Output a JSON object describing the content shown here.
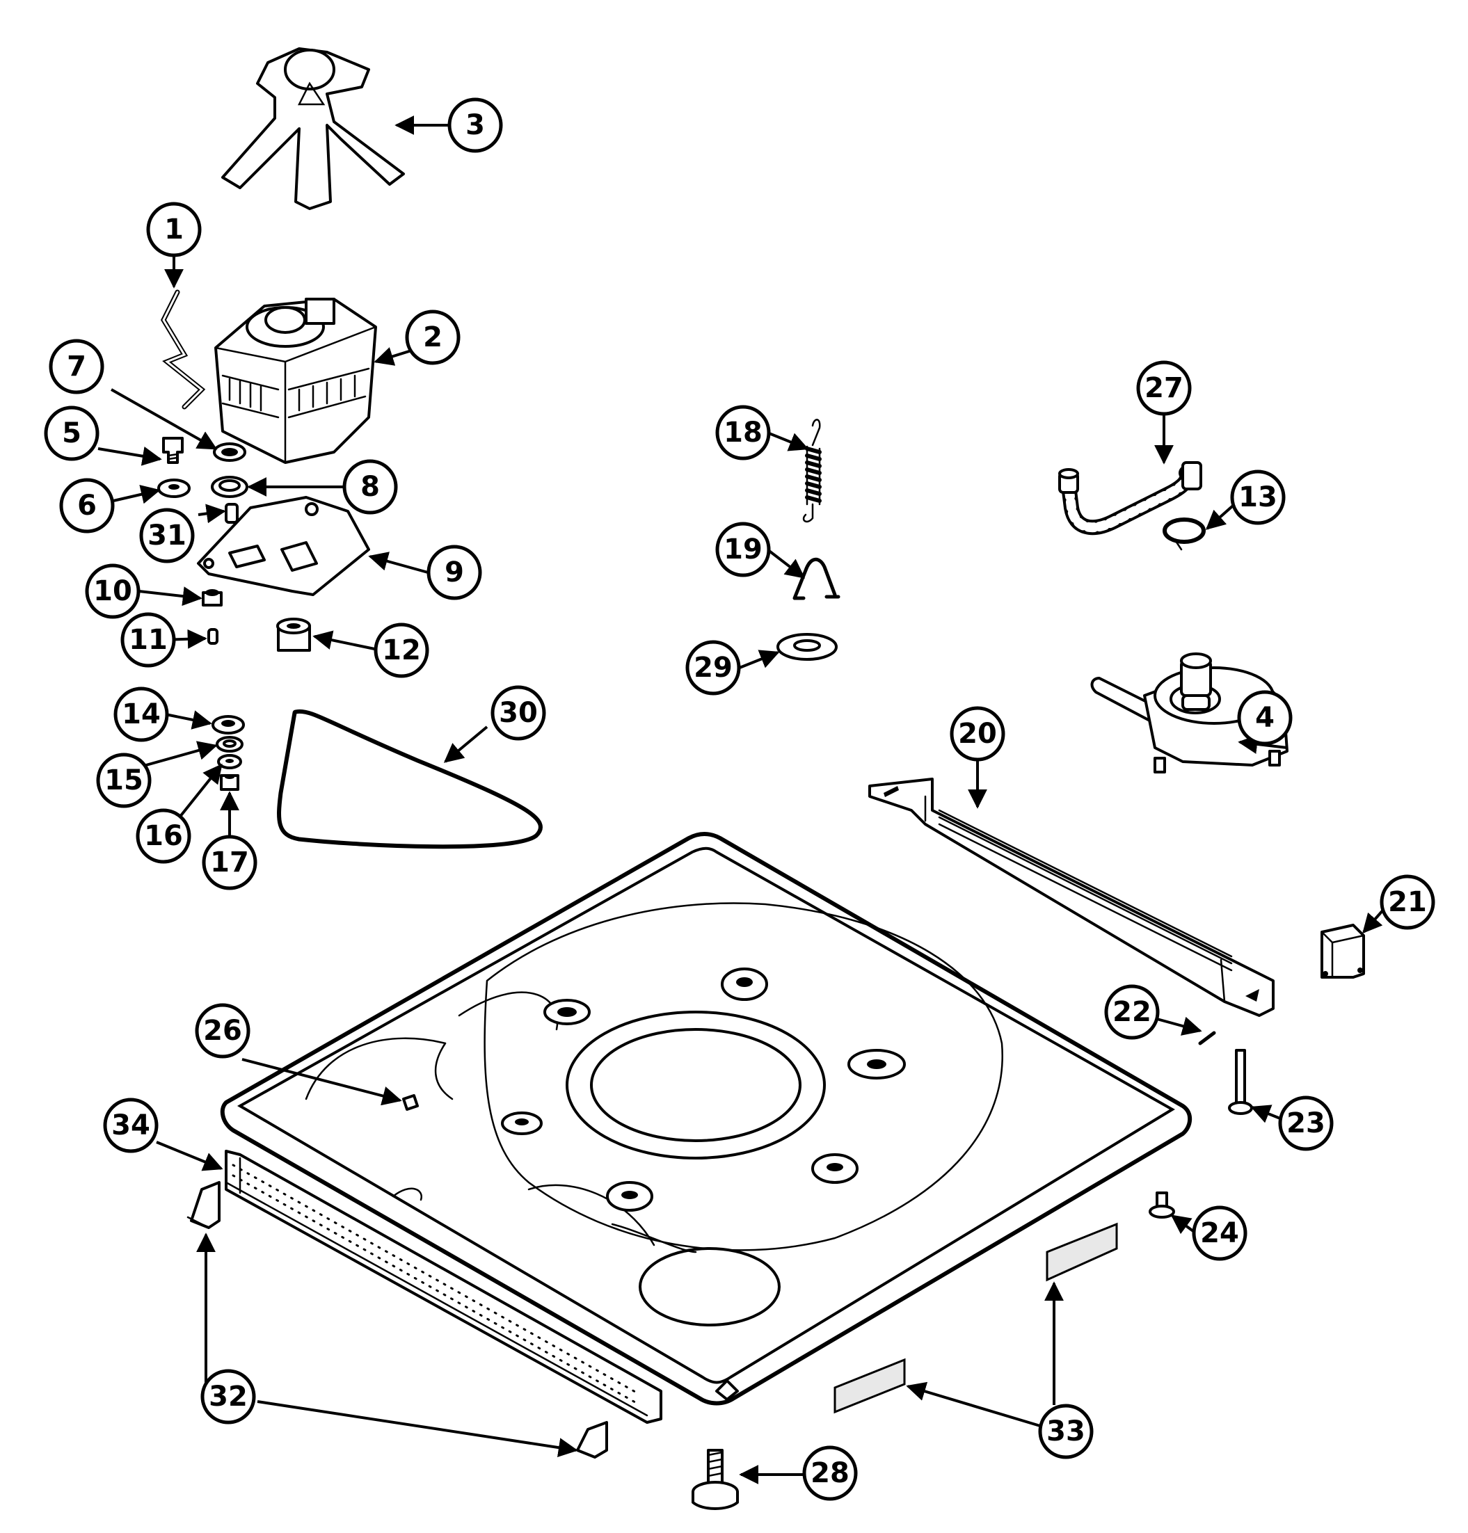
{
  "callouts": [
    {
      "id": "c1",
      "label": "1"
    },
    {
      "id": "c2",
      "label": "2"
    },
    {
      "id": "c3",
      "label": "3"
    },
    {
      "id": "c4",
      "label": "4"
    },
    {
      "id": "c5",
      "label": "5"
    },
    {
      "id": "c6",
      "label": "6"
    },
    {
      "id": "c7",
      "label": "7"
    },
    {
      "id": "c8",
      "label": "8"
    },
    {
      "id": "c9",
      "label": "9"
    },
    {
      "id": "c10",
      "label": "10"
    },
    {
      "id": "c11",
      "label": "11"
    },
    {
      "id": "c12",
      "label": "12"
    },
    {
      "id": "c13",
      "label": "13"
    },
    {
      "id": "c14",
      "label": "14"
    },
    {
      "id": "c15",
      "label": "15"
    },
    {
      "id": "c16",
      "label": "16"
    },
    {
      "id": "c17",
      "label": "17"
    },
    {
      "id": "c18",
      "label": "18"
    },
    {
      "id": "c19",
      "label": "19"
    },
    {
      "id": "c20",
      "label": "20"
    },
    {
      "id": "c21",
      "label": "21"
    },
    {
      "id": "c22",
      "label": "22"
    },
    {
      "id": "c23",
      "label": "23"
    },
    {
      "id": "c24",
      "label": "24"
    },
    {
      "id": "c26",
      "label": "26"
    },
    {
      "id": "c27",
      "label": "27"
    },
    {
      "id": "c28",
      "label": "28"
    },
    {
      "id": "c29",
      "label": "29"
    },
    {
      "id": "c30",
      "label": "30"
    },
    {
      "id": "c31",
      "label": "31"
    },
    {
      "id": "c32",
      "label": "32"
    },
    {
      "id": "c33",
      "label": "33"
    },
    {
      "id": "c34",
      "label": "34"
    }
  ]
}
